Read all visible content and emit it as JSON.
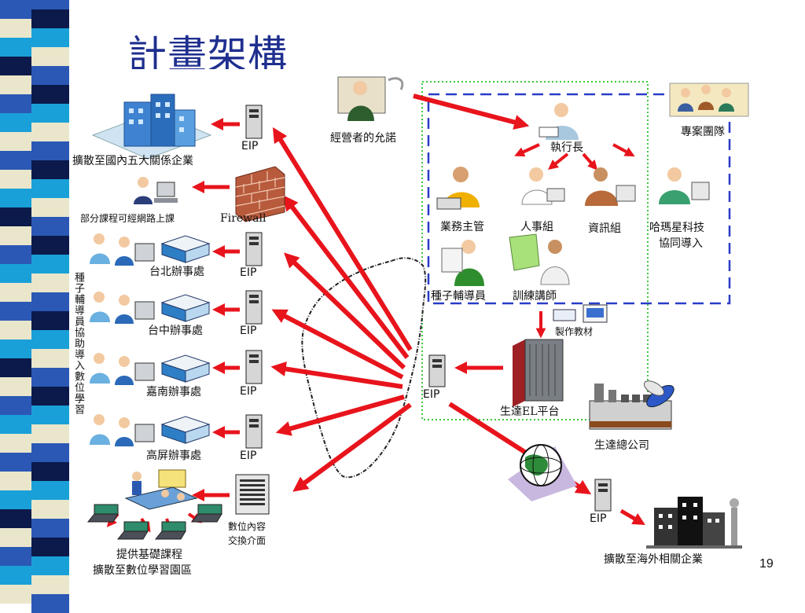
{
  "slide": {
    "title": "計畫架構",
    "page_number": "19"
  },
  "colors": {
    "title": "#1f2f8f",
    "arrow_red": "#e8141c",
    "dashed_blue": "#2a3cc8",
    "dotted_green": "#3cc83c",
    "stripe_a": "#2b58b5",
    "stripe_b": "#1aa0d8",
    "stripe_c": "#0b1a4a",
    "stripe_d": "#e9e6cc"
  },
  "nodes": {
    "large_enterprises": "擴散至國內五大關係企業",
    "online_courses": "部分課程可經網路上課",
    "taipei_office": "台北辦事處",
    "taichung_office": "台中辦事處",
    "chiayi_tainan_office": "嘉南辦事處",
    "kaohsiung_pingtung_office": "高屏辦事處",
    "basic_courses_line1": "提供基礎課程",
    "basic_courses_line2": "擴散至數位學習園區",
    "digital_content_line1": "數位內容",
    "digital_content_line2": "交換介面",
    "firewall": "Firewall",
    "eip": "EIP",
    "management_approval": "經營者的允諾",
    "ceo": "執行長",
    "project_team": "專案團隊",
    "business_manager": "業務主管",
    "hr_team": "人事組",
    "it_team": "資訊組",
    "vendor_line1": "哈瑪星科技",
    "vendor_line2": "協同導入",
    "seed_coach": "種子輔導員",
    "trainer": "訓練講師",
    "make_materials": "製作教材",
    "el_platform": "生達EL平台",
    "headquarters": "生達總公司",
    "overseas_enterprises": "擴散至海外相關企業",
    "seed_coach_vertical": "種子輔導員協助導入數位學習"
  }
}
